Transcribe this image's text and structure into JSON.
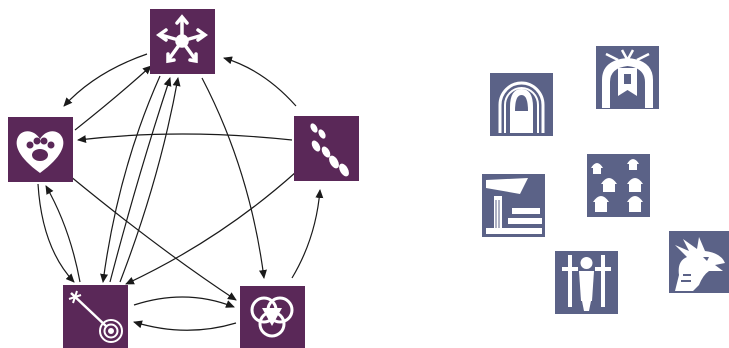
{
  "colors": {
    "purple": "#5a2858",
    "slate": "#5b6287",
    "edge": "#1a1a1a",
    "icon": "#ffffff"
  },
  "graph": {
    "nodes": [
      {
        "id": "top",
        "icon": "pinwheel-arrows-icon"
      },
      {
        "id": "left",
        "icon": "paw-heart-icon"
      },
      {
        "id": "right",
        "icon": "footprints-icon"
      },
      {
        "id": "bottom-left",
        "icon": "arrow-target-icon"
      },
      {
        "id": "bottom-right",
        "icon": "triple-circle-icon"
      }
    ],
    "edges": [
      {
        "from": "top",
        "to": "left"
      },
      {
        "from": "left",
        "to": "top"
      },
      {
        "from": "right",
        "to": "top"
      },
      {
        "from": "top",
        "to": "bottom-right"
      },
      {
        "from": "top",
        "to": "bottom-left"
      },
      {
        "from": "bottom-left",
        "to": "top"
      },
      {
        "from": "right",
        "to": "left"
      },
      {
        "from": "left",
        "to": "bottom-left"
      },
      {
        "from": "bottom-left",
        "to": "left"
      },
      {
        "from": "left",
        "to": "bottom-right"
      },
      {
        "from": "right",
        "to": "bottom-left"
      },
      {
        "from": "bottom-right",
        "to": "right"
      },
      {
        "from": "bottom-left",
        "to": "bottom-right"
      },
      {
        "from": "bottom-right",
        "to": "bottom-left"
      }
    ]
  },
  "tiles": [
    {
      "id": "hooded-figure",
      "icon": "hooded-figure-icon"
    },
    {
      "id": "banner-arch",
      "icon": "banner-arch-icon"
    },
    {
      "id": "ruins",
      "icon": "ruins-icon"
    },
    {
      "id": "villages",
      "icon": "villages-icon"
    },
    {
      "id": "swords-knight",
      "icon": "swords-knight-icon"
    },
    {
      "id": "dragon",
      "icon": "dragon-icon"
    }
  ]
}
